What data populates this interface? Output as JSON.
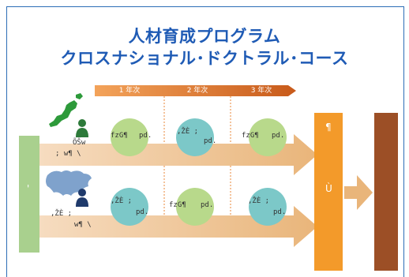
{
  "title_line1": "人材育成プログラム",
  "title_line2": "クロスナショナル･ドクトラル･コース",
  "years": [
    "1 年次",
    "2 年次",
    "3 年次"
  ],
  "colors": {
    "title": "#1f5bb5",
    "year_bar": "#e8873a",
    "year_bar_dark": "#c85a1a",
    "arrow": "#efc592",
    "circle_green": "#b8d98b",
    "circle_teal": "#7cc8c8",
    "left_bar": "#a9d08e",
    "orange_col": "#f39a2a",
    "brown_col": "#9c4f26",
    "map_green": "#2d9a3a",
    "map_blue": "#7fa2cc",
    "person_green": "#2d7a3a",
    "person_navy": "#1f3a6b"
  },
  "row1": {
    "person_text1": "ÕŠw",
    "person_text2": "; w¶ \\",
    "circles": [
      {
        "main": "fzG¶",
        "sub": "pd."
      },
      {
        "main": ",ŽÈ ;",
        "sub": "pd."
      },
      {
        "main": "fzG¶",
        "sub": "pd."
      }
    ]
  },
  "row2": {
    "person_text1": ",ŽÈ ;",
    "person_text2": "w¶ \\",
    "circles": [
      {
        "main": ",ŽÈ ;",
        "sub": "pd."
      },
      {
        "main": "fzG¶",
        "sub": "pd."
      },
      {
        "main": ",ŽÈ ;",
        "sub": "pd."
      }
    ]
  },
  "left_bar_text": "'",
  "orange_col_text1": "¶",
  "orange_col_text2": "Ù"
}
